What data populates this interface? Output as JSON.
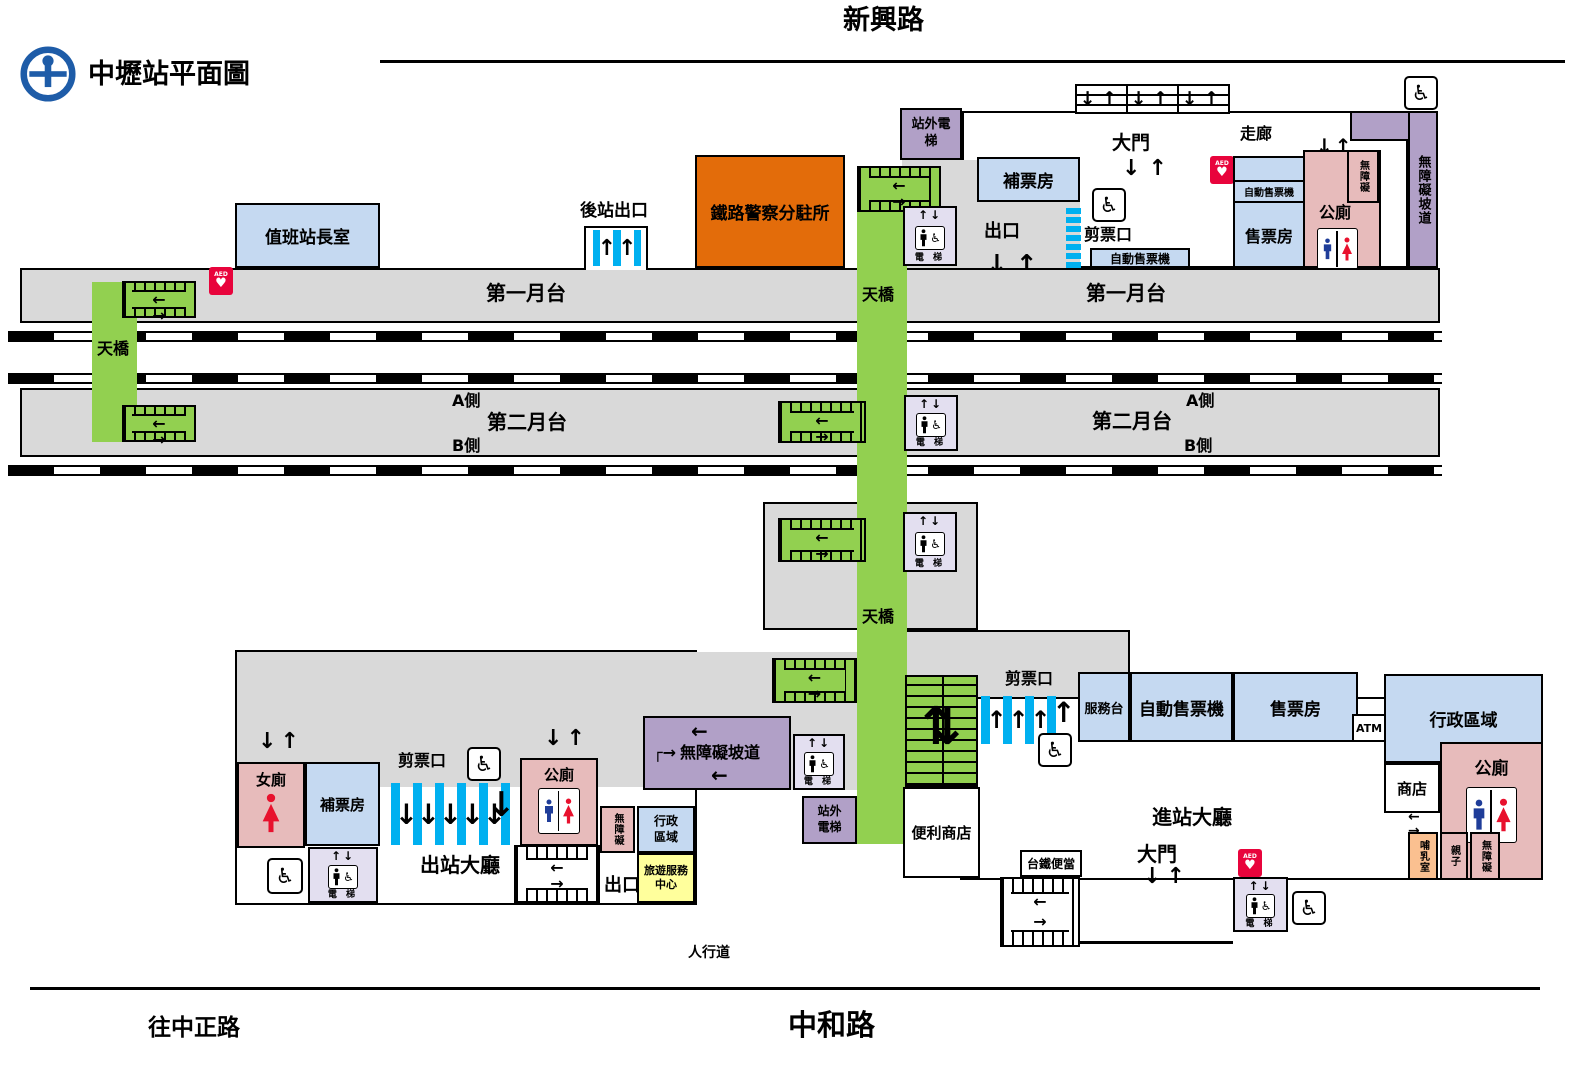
{
  "header": {
    "title": "中壢站平面圖",
    "road_top": "新興路"
  },
  "roads": {
    "sidewalk": "人行道",
    "left": "往中正路",
    "bottom": "中和路"
  },
  "platforms": {
    "p1": "第一月台",
    "p2": "第二月台",
    "side_a": "A側",
    "side_b": "B側",
    "footbridge": "天橋"
  },
  "areas": {
    "exit_hall": "出站大廳",
    "entrance_hall": "進站大廳",
    "corridor": "走廊",
    "gate": "剪票口",
    "exit": "出口",
    "main_door": "大門",
    "rear_exit": "後站出口"
  },
  "rooms": {
    "duty_office": "值班站長室",
    "police": "鐵路警察分駐所",
    "fare_adjust": "補票房",
    "ticket_office": "售票房",
    "tvm": "自動售票機",
    "toilet": "公廁",
    "womens_toilet": "女廁",
    "accessible": "無障礙",
    "ramp": "無障礙坡道",
    "elevator": "電 梯",
    "outside_elevator": "站外電梯",
    "service_desk": "服務台",
    "admin_area": "行政區域",
    "travel_center": "旅遊服務中心",
    "convenience": "便利商店",
    "bento": "台鐵便當",
    "nursing": "哺乳室",
    "parent_child": "親子",
    "shop": "商店",
    "atm": "ATM",
    "aed": "AED"
  },
  "icons": {
    "up": "↑",
    "down": "↓",
    "left": "←",
    "right": "→",
    "down_up": "↓↑",
    "up_down": "↑↓",
    "wheelchair": "♿",
    "heart": "♥",
    "elbow_right": "┌→"
  },
  "colors": {
    "room_blue": "#C5D9F1",
    "toilet_pink": "#E7BBBB",
    "elevator_purple": "#B1A0C7",
    "elevator_lavender": "#E3DFF0",
    "bridge_green": "#92D050",
    "police_orange": "#E36C0A",
    "travel_yellow": "#FFFF9C",
    "nursing_peach": "#FAC090",
    "platform_gray": "#D9D9D9",
    "gate_blue": "#00B0F0",
    "aed_red": "#E8043C",
    "logo_blue": "#1E5CA8",
    "man_blue": "#1F3D99",
    "woman_red": "#E8112D"
  }
}
